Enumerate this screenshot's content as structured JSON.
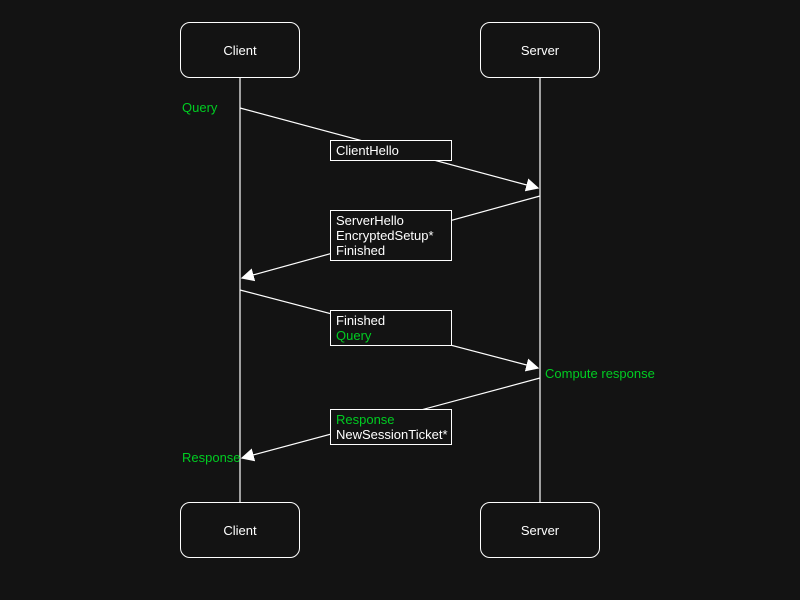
{
  "colors": {
    "background": "#131313",
    "stroke": "#ffffff",
    "text": "#ffffff",
    "accent_green": "#00CC22"
  },
  "diagram": {
    "type": "sequence",
    "actors": {
      "top_left": "Client",
      "top_right": "Server",
      "bottom_left": "Client",
      "bottom_right": "Server"
    },
    "floating_labels": {
      "query": "Query",
      "compute_response": "Compute response",
      "response": "Response"
    },
    "message_boxes": [
      {
        "name": "client-hello",
        "direction": "client-to-server",
        "lines": [
          {
            "text": "ClientHello",
            "color": "white"
          }
        ]
      },
      {
        "name": "server-hello",
        "direction": "server-to-client",
        "lines": [
          {
            "text": "ServerHello",
            "color": "white"
          },
          {
            "text": "EncryptedSetup*",
            "color": "white"
          },
          {
            "text": "Finished",
            "color": "white"
          }
        ]
      },
      {
        "name": "finished-query",
        "direction": "client-to-server",
        "lines": [
          {
            "text": "Finished",
            "color": "white"
          },
          {
            "text": "Query",
            "color": "green"
          }
        ]
      },
      {
        "name": "response-ticket",
        "direction": "server-to-client",
        "lines": [
          {
            "text": "Response",
            "color": "green"
          },
          {
            "text": "NewSessionTicket*",
            "color": "white"
          }
        ]
      }
    ]
  }
}
